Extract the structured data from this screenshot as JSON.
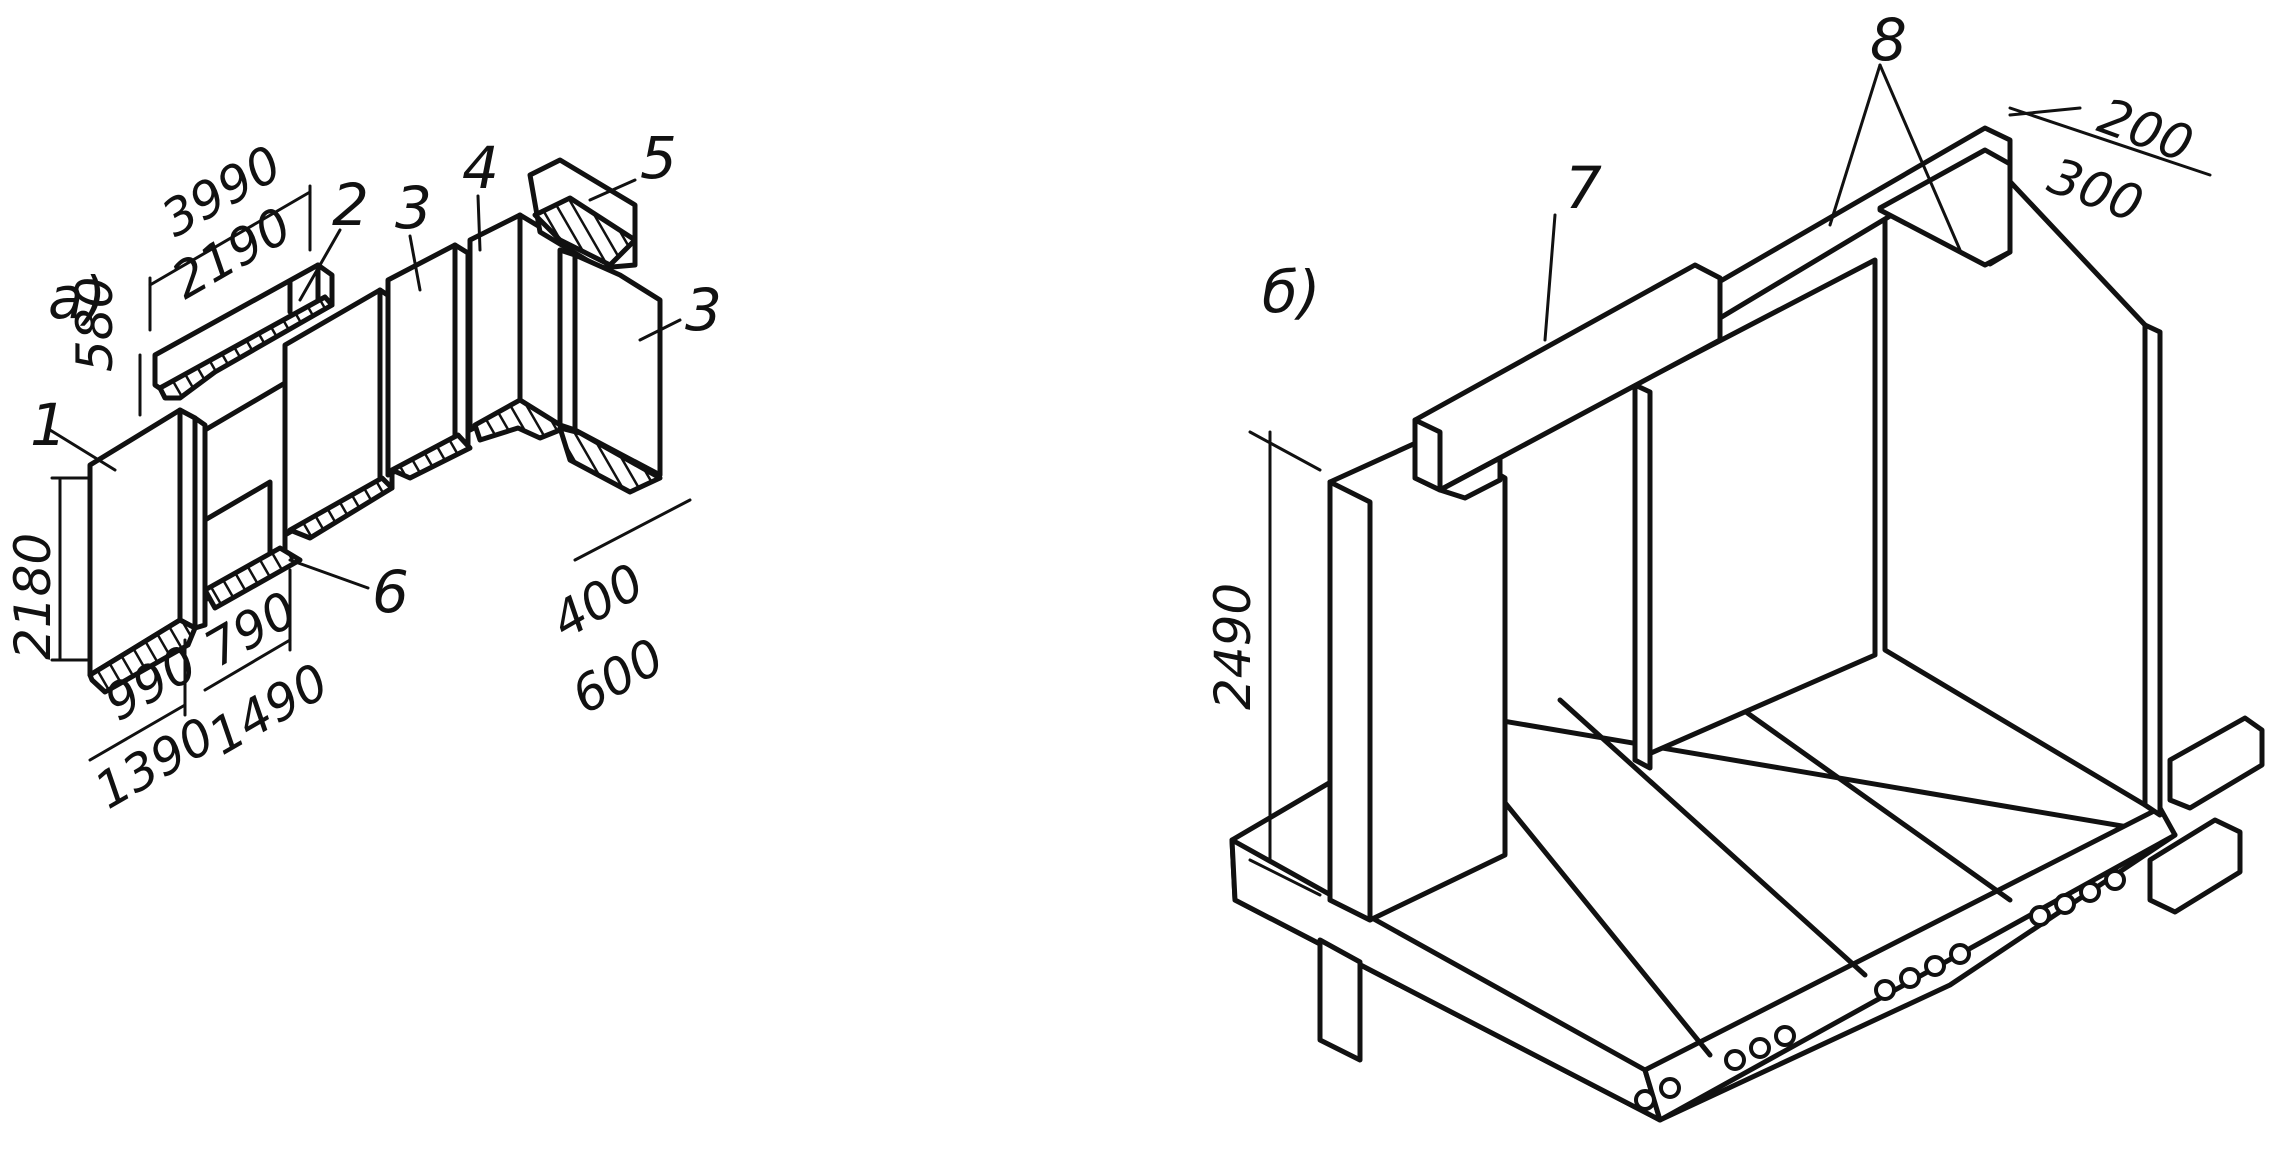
{
  "part_a": {
    "label": "a)",
    "markers": [
      "1",
      "2",
      "3",
      "4",
      "5",
      "3",
      "6"
    ],
    "dimensions": {
      "d3990": "3990",
      "d2190": "2190",
      "d580": "580",
      "d2180": "2180",
      "d990": "990",
      "d1390": "1390",
      "d790": "790",
      "d1490": "1490",
      "d400": "400",
      "d600": "600"
    }
  },
  "part_b": {
    "label": "б)",
    "markers": [
      "7",
      "8"
    ],
    "dimensions": {
      "d200": "200",
      "d300": "300",
      "d2490": "2490"
    }
  }
}
